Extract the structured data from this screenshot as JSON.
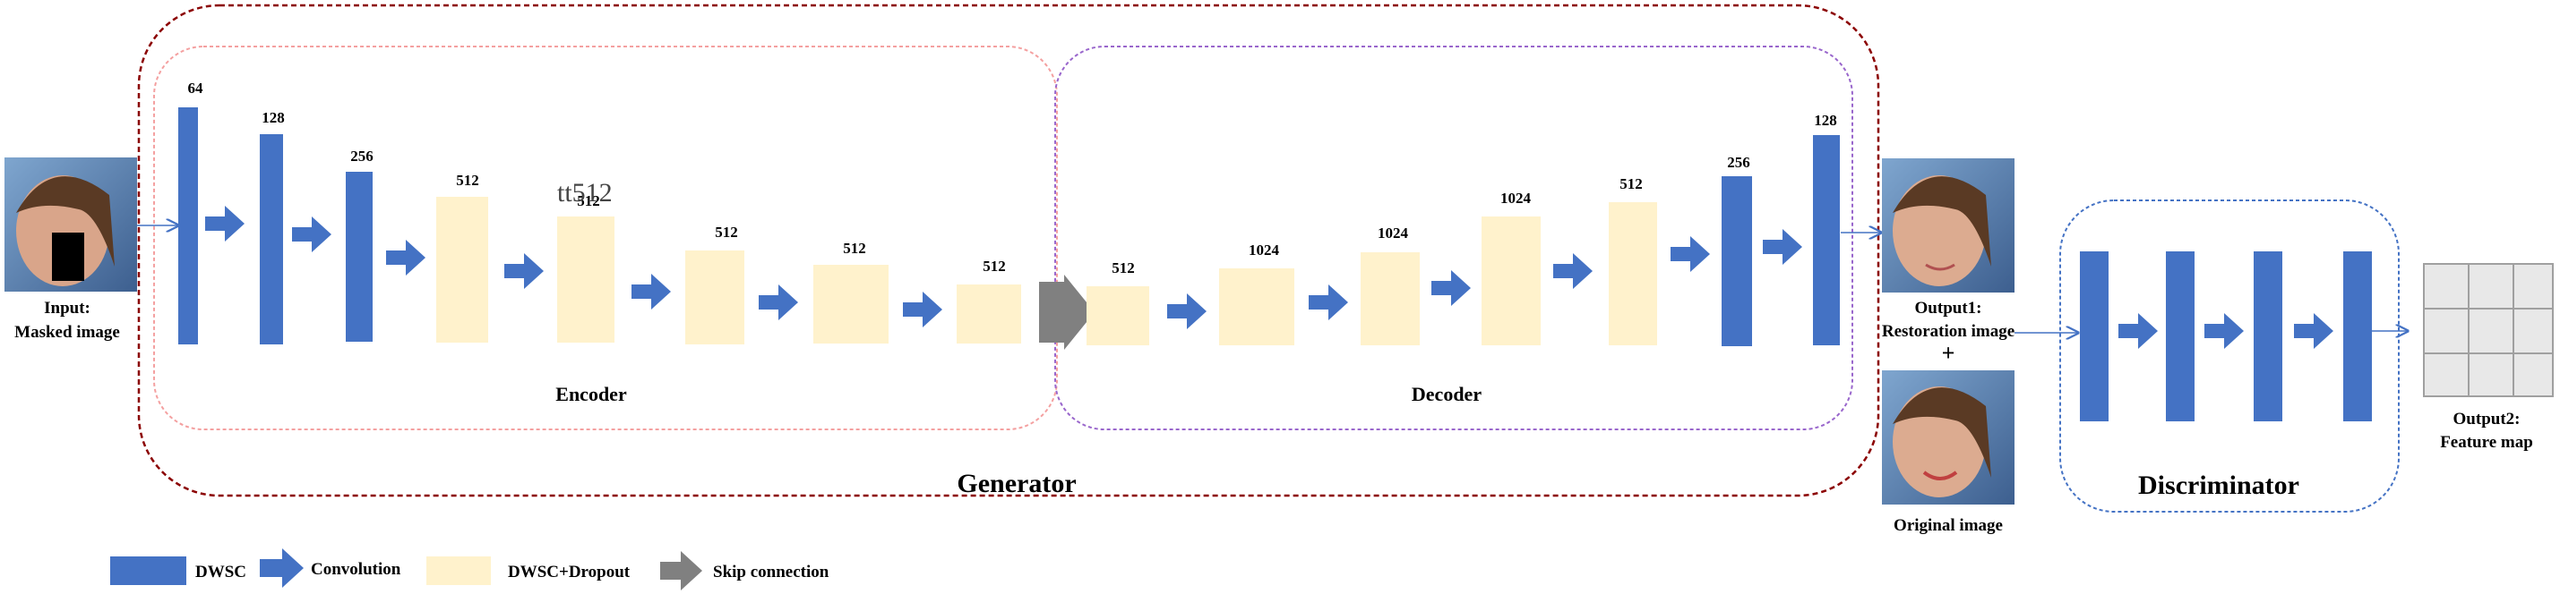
{
  "encoder": {
    "title": "Encoder",
    "block_labels": [
      "64",
      "128",
      "256",
      "512",
      "512",
      "512",
      "512",
      "512"
    ],
    "overlay_text": "tt512"
  },
  "decoder": {
    "title": "Decoder",
    "block_labels": [
      "512",
      "1024",
      "1024",
      "1024",
      "512",
      "256",
      "128"
    ]
  },
  "generator": {
    "title": "Generator"
  },
  "discriminator": {
    "title": "Discriminator"
  },
  "input": {
    "line1": "Input:",
    "line2": "Masked image"
  },
  "output1": {
    "line1": "Output1:",
    "line2": "Restoration image",
    "plus": "+"
  },
  "original": {
    "label": "Original image"
  },
  "output2": {
    "line1": "Output2:",
    "line2": "Feature map"
  },
  "legend": {
    "dwsc": "DWSC",
    "convolution": "Convolution",
    "dwsc_dropout": "DWSC+Dropout",
    "skip": "Skip connection"
  },
  "colors": {
    "dwsc_blue": "#4472C4",
    "dropout_cream": "#FFF2CC",
    "skip_gray": "#808080",
    "generator_border": "#8B0000",
    "encoder_border": "#F4A0A0",
    "decoder_border": "#9966CC",
    "discriminator_border": "#4472C4"
  }
}
